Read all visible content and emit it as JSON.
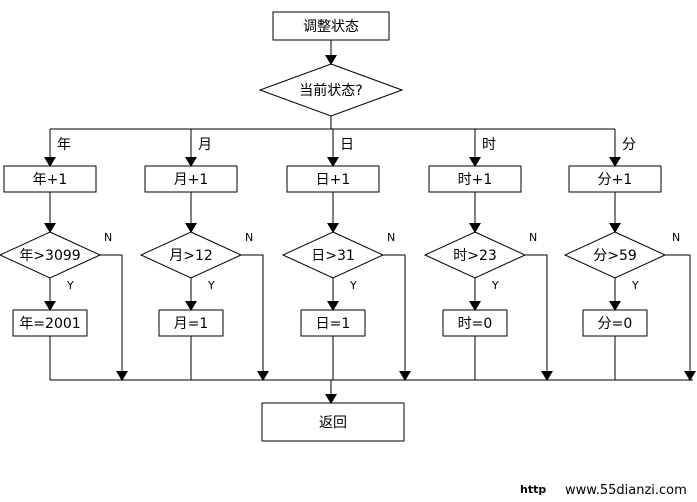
{
  "start_label": "调整状态",
  "decision_label": "当前状态?",
  "return_label": "返回",
  "yes_label": "Y",
  "no_label": "N",
  "branches": [
    {
      "branch_label": "年",
      "increment": "年+1",
      "condition": "年>3099",
      "reset": "年=2001"
    },
    {
      "branch_label": "月",
      "increment": "月+1",
      "condition": "月>12",
      "reset": "月=1"
    },
    {
      "branch_label": "日",
      "increment": "日+1",
      "condition": "日>31",
      "reset": "日=1"
    },
    {
      "branch_label": "时",
      "increment": "时+1",
      "condition": "时>23",
      "reset": "时=0"
    },
    {
      "branch_label": "分",
      "increment": "分+1",
      "condition": "分>59",
      "reset": "分=0"
    }
  ],
  "watermark": {
    "prefix": "http",
    "site": "www.55dianzi.com"
  }
}
